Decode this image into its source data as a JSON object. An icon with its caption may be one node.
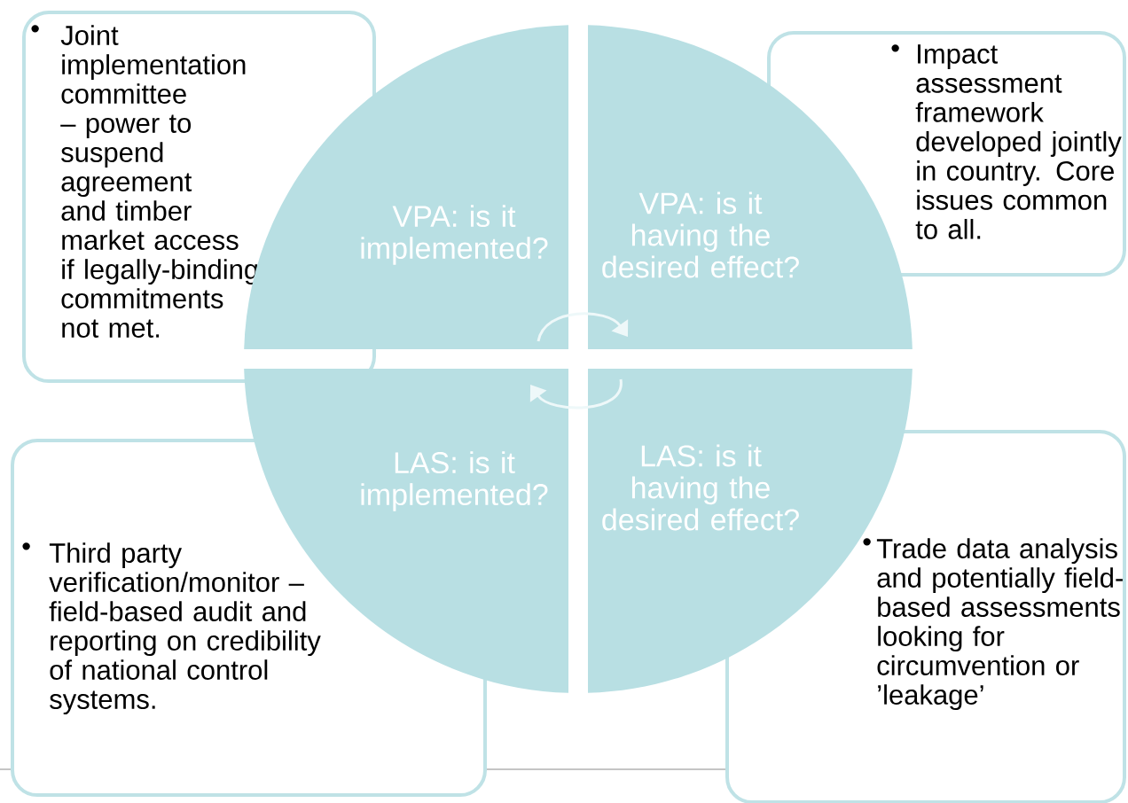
{
  "diagram": {
    "nodes": [
      {
        "text": [
          "•",
          "Joint implementation committee – power to suspend agreement and timber market access if legally-binding commitments not met."
        ]
      },
      {
        "text": [
          "•",
          "Impact assessment framework developed jointly in country. Core issues common to all."
        ]
      },
      {
        "text": [
          "•",
          "Third party verification/monitor – field-based audit and reporting on credibility of national control systems."
        ]
      },
      {
        "text": [
          "•",
          "Trade data analysis and potentially field-based assessments looking for circumvention or ’leakage’"
        ]
      },
      {
        "text": [
          "VPA: is it implemented?"
        ]
      },
      {
        "text": [
          "VPA: is it having the desired effect?"
        ]
      },
      {
        "text": [
          "LAS: is it implemented?"
        ]
      },
      {
        "text": [
          "LAS: is it having the desired effect?"
        ]
      }
    ],
    "edges": [
      {
        "from": 4,
        "to": 5,
        "arrow": "to"
      },
      {
        "from": 7,
        "to": 6,
        "arrow": "to"
      }
    ]
  }
}
